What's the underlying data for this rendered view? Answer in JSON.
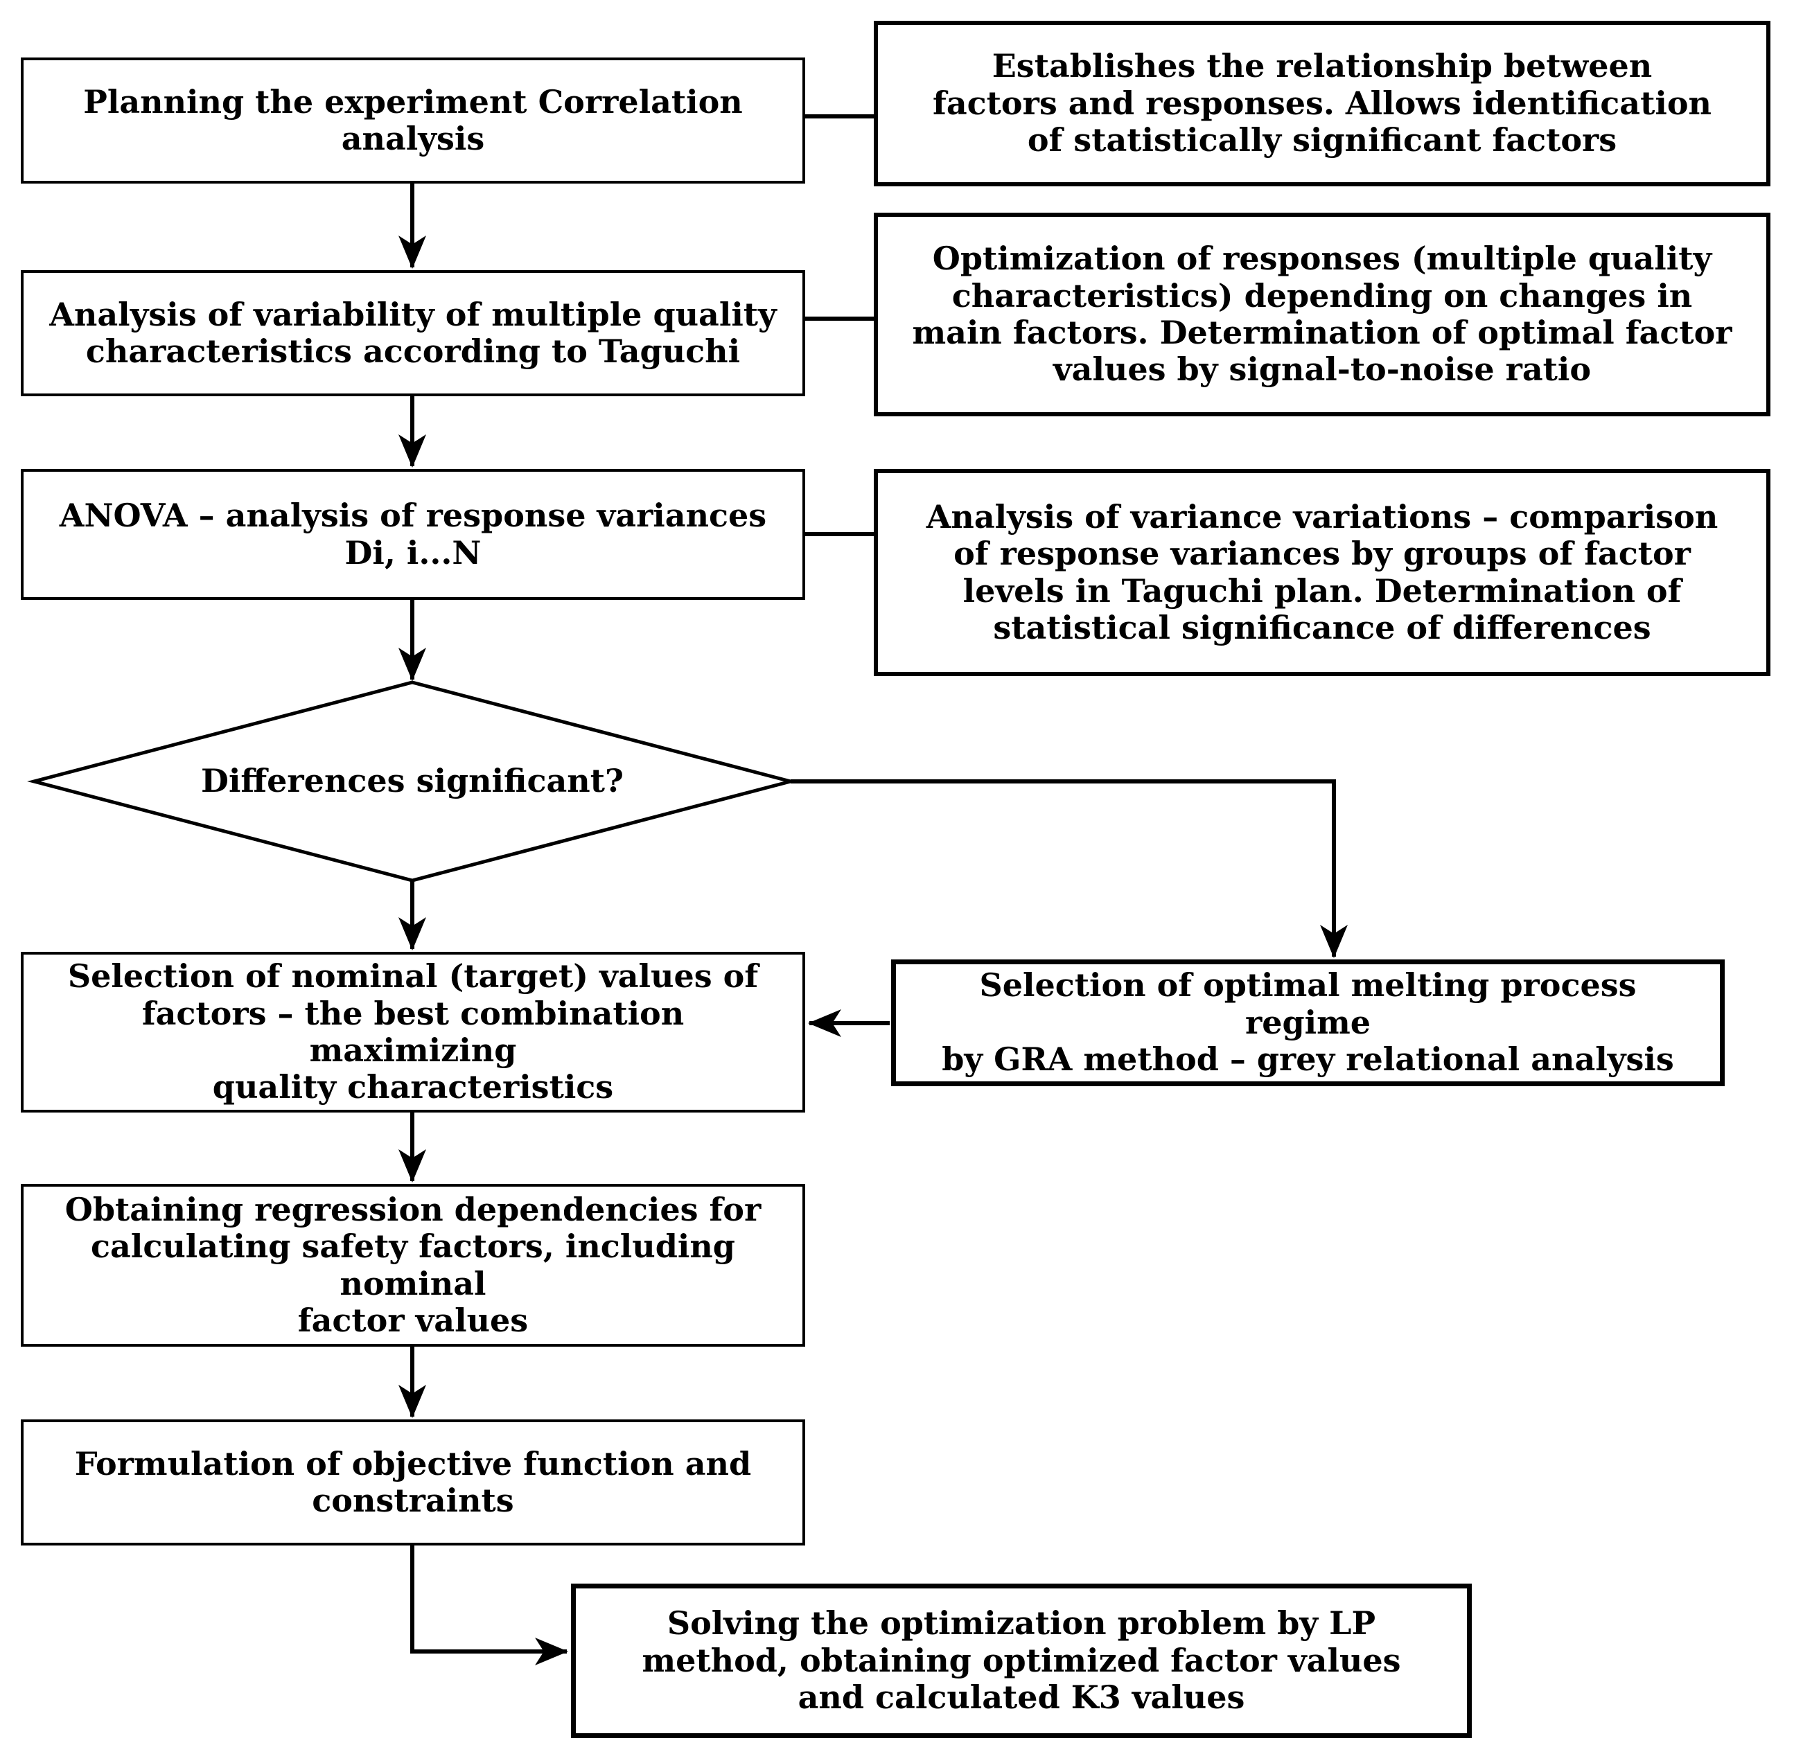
{
  "colors": {
    "line": "#000000",
    "background": "#ffffff",
    "box_fill": "#ffffff",
    "text": "#000000"
  },
  "nodes": {
    "planning": {
      "text": "Planning the experiment Correlation\nanalysis"
    },
    "establishes": {
      "text": "Establishes the relationship between\nfactors and responses. Allows identification\nof statistically significant factors"
    },
    "variability": {
      "text": "Analysis of variability of multiple quality\ncharacteristics according to Taguchi"
    },
    "optimization": {
      "text": "Optimization of responses (multiple quality\ncharacteristics) depending on changes in\nmain factors. Determination of optimal factor\nvalues by signal-to-noise ratio"
    },
    "anova": {
      "text": "ANOVA – analysis of response variances\nDi, i...N"
    },
    "variance_comparison": {
      "text": "Analysis of variance variations – comparison\nof response variances by groups of factor\nlevels in Taguchi plan. Determination of\nstatistical significance of differences"
    },
    "decision": {
      "text": "Differences significant?"
    },
    "selection_nominal": {
      "text": "Selection of nominal (target) values of\nfactors – the best combination maximizing\nquality characteristics"
    },
    "gra": {
      "text": "Selection of optimal melting process regime\nby GRA method – grey relational analysis"
    },
    "regression": {
      "text": "Obtaining regression dependencies for\ncalculating safety factors, including nominal\nfactor values"
    },
    "objective": {
      "text": "Formulation of objective function and\nconstraints"
    },
    "solving": {
      "text": "Solving the optimization problem by LP\nmethod, obtaining optimized factor values\nand calculated K3 values"
    }
  },
  "edges": [
    {
      "from": "planning",
      "to": "establishes",
      "type": "link"
    },
    {
      "from": "planning",
      "to": "variability",
      "type": "arrow"
    },
    {
      "from": "variability",
      "to": "optimization",
      "type": "link"
    },
    {
      "from": "variability",
      "to": "anova",
      "type": "arrow"
    },
    {
      "from": "anova",
      "to": "variance_comparison",
      "type": "link"
    },
    {
      "from": "anova",
      "to": "decision",
      "type": "arrow"
    },
    {
      "from": "decision",
      "to": "selection_nominal",
      "type": "arrow"
    },
    {
      "from": "decision",
      "to": "gra",
      "type": "arrow"
    },
    {
      "from": "gra",
      "to": "selection_nominal",
      "type": "arrow"
    },
    {
      "from": "selection_nominal",
      "to": "regression",
      "type": "arrow"
    },
    {
      "from": "regression",
      "to": "objective",
      "type": "arrow"
    },
    {
      "from": "objective",
      "to": "solving",
      "type": "arrow"
    }
  ]
}
